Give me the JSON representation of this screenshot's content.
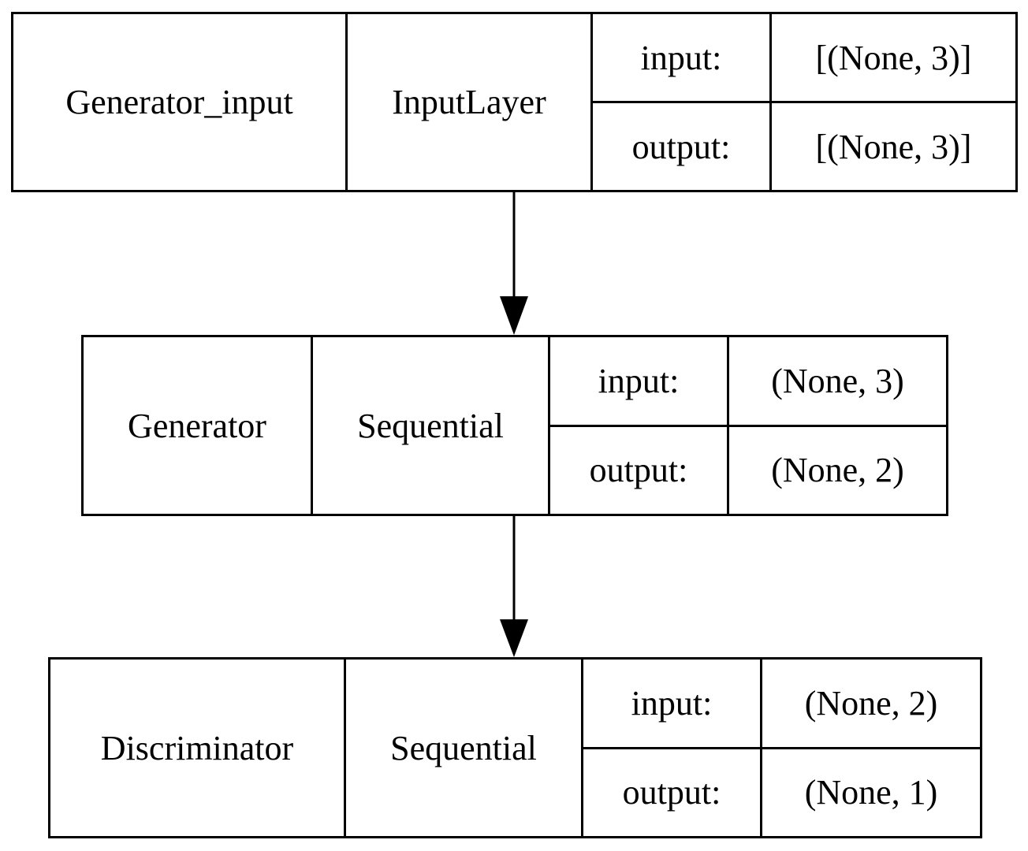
{
  "layers": [
    {
      "name": "Generator_input",
      "type": "InputLayer",
      "input_label": "input:",
      "input_value": "[(None, 3)]",
      "output_label": "output:",
      "output_value": "[(None, 3)]"
    },
    {
      "name": "Generator",
      "type": "Sequential",
      "input_label": "input:",
      "input_value": "(None, 3)",
      "output_label": "output:",
      "output_value": "(None, 2)"
    },
    {
      "name": "Discriminator",
      "type": "Sequential",
      "input_label": "input:",
      "input_value": "(None, 2)",
      "output_label": "output:",
      "output_value": "(None, 1)"
    }
  ],
  "edges": [
    {
      "from": "Generator_input",
      "to": "Generator"
    },
    {
      "from": "Generator",
      "to": "Discriminator"
    }
  ]
}
